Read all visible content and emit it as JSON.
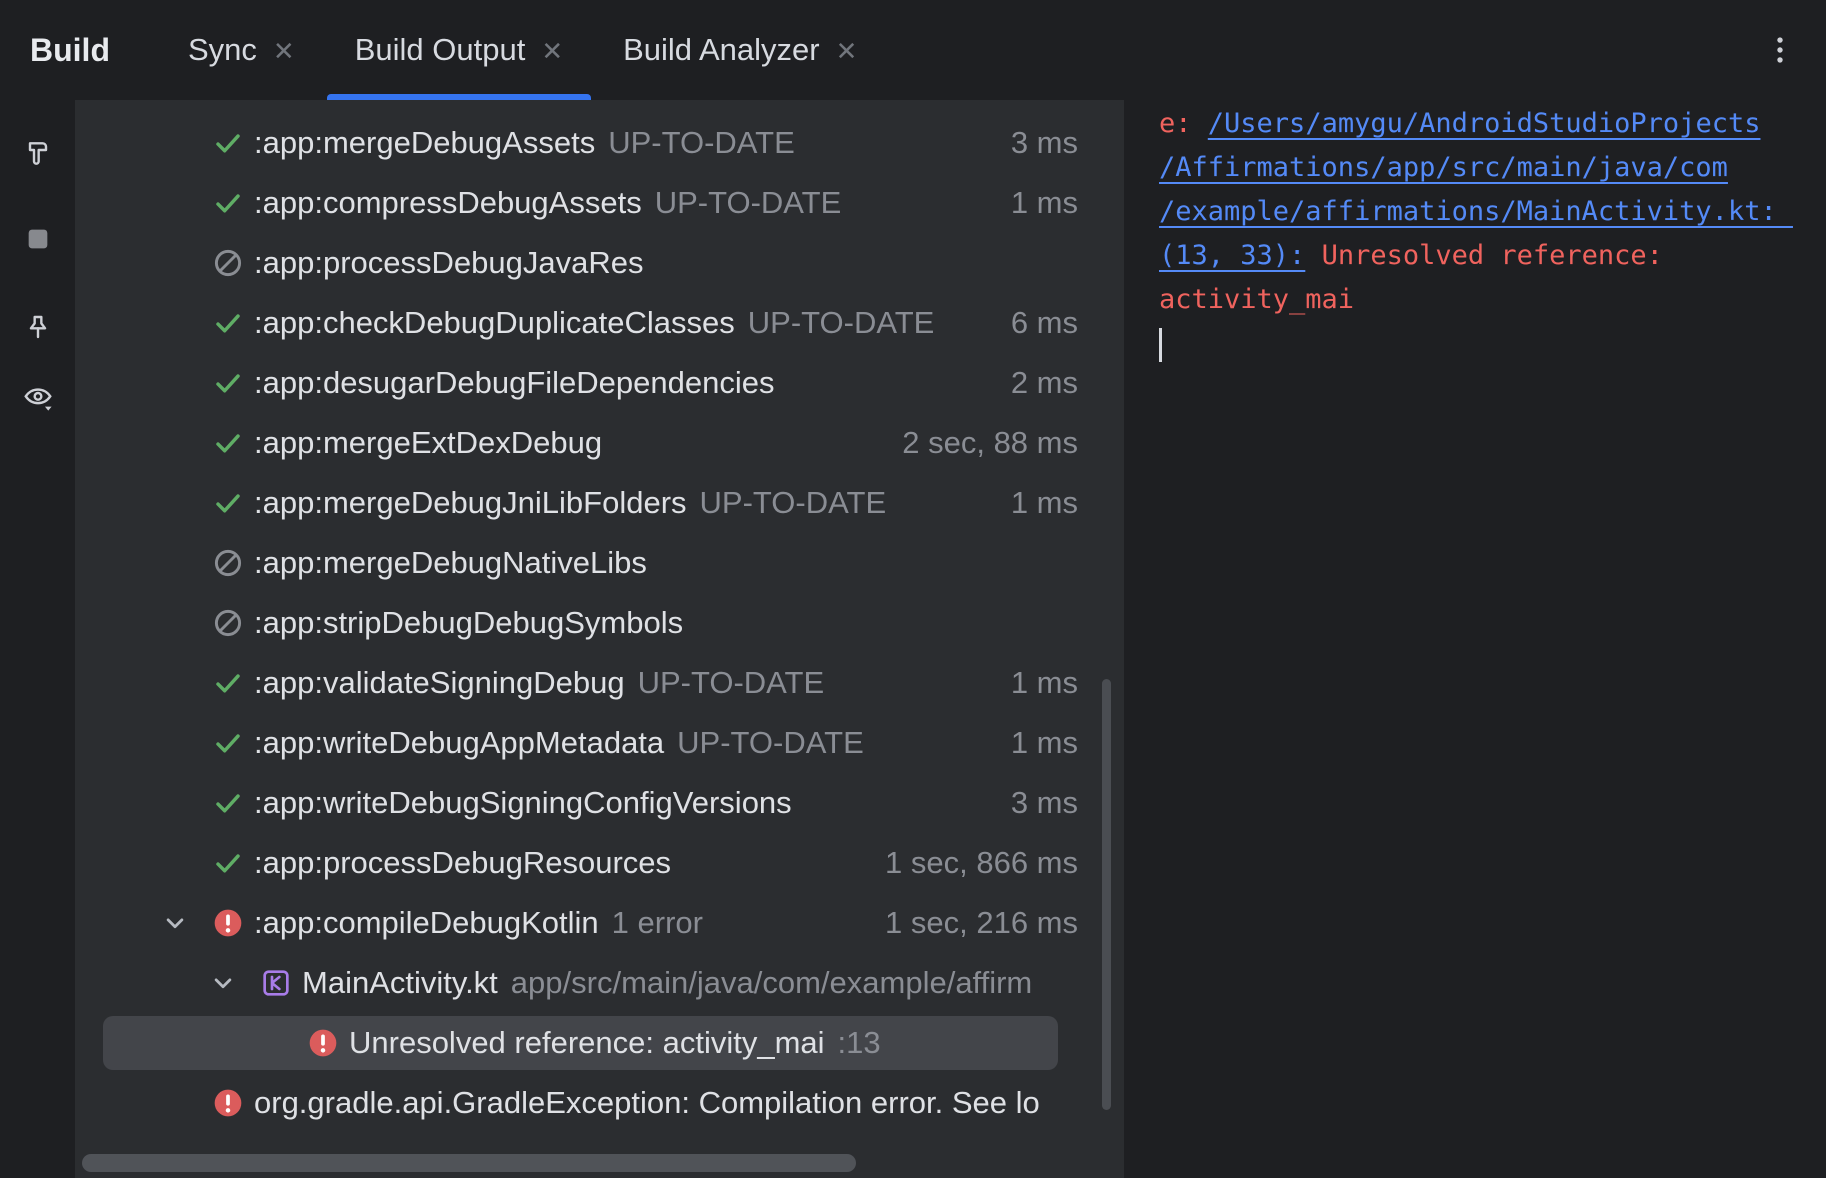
{
  "header": {
    "title": "Build",
    "tabs": [
      {
        "label": "Sync",
        "active": false
      },
      {
        "label": "Build Output",
        "active": true
      },
      {
        "label": "Build Analyzer",
        "active": false
      }
    ]
  },
  "glyphs": {
    "close": "✕"
  },
  "toolbar": {
    "icons": [
      "hammer-icon",
      "stop-icon",
      "pin-icon",
      "eye-icon",
      "more-options-icon"
    ]
  },
  "colors": {
    "accent_blue": "#3574F0",
    "link_blue": "#548AF7",
    "error_red": "#DB5C5C",
    "error_text_red": "#F0635E",
    "success_green": "#5FAD65",
    "kotlin_purple": "#A87CE8",
    "window_bg": "#1E1F22",
    "panel_bg": "#2B2D30",
    "selected_row_bg": "#43454A",
    "dim_text": "#8A8D94"
  },
  "tree": {
    "rows": [
      {
        "level": 1,
        "chevron": false,
        "icon": "check",
        "label": ":app:mergeDebugAssets",
        "suffix": "UP-TO-DATE",
        "time": "3 ms",
        "selected": false
      },
      {
        "level": 1,
        "chevron": false,
        "icon": "check",
        "label": ":app:compressDebugAssets",
        "suffix": "UP-TO-DATE",
        "time": "1 ms",
        "selected": false
      },
      {
        "level": 1,
        "chevron": false,
        "icon": "skip",
        "label": ":app:processDebugJavaRes",
        "suffix": "",
        "time": "",
        "selected": false
      },
      {
        "level": 1,
        "chevron": false,
        "icon": "check",
        "label": ":app:checkDebugDuplicateClasses",
        "suffix": "UP-TO-DATE",
        "time": "6 ms",
        "selected": false
      },
      {
        "level": 1,
        "chevron": false,
        "icon": "check",
        "label": ":app:desugarDebugFileDependencies",
        "suffix": "",
        "time": "2 ms",
        "selected": false
      },
      {
        "level": 1,
        "chevron": false,
        "icon": "check",
        "label": ":app:mergeExtDexDebug",
        "suffix": "",
        "time": "2 sec, 88 ms",
        "selected": false
      },
      {
        "level": 1,
        "chevron": false,
        "icon": "check",
        "label": ":app:mergeDebugJniLibFolders",
        "suffix": "UP-TO-DATE",
        "time": "1 ms",
        "selected": false
      },
      {
        "level": 1,
        "chevron": false,
        "icon": "skip",
        "label": ":app:mergeDebugNativeLibs",
        "suffix": "",
        "time": "",
        "selected": false
      },
      {
        "level": 1,
        "chevron": false,
        "icon": "skip",
        "label": ":app:stripDebugDebugSymbols",
        "suffix": "",
        "time": "",
        "selected": false
      },
      {
        "level": 1,
        "chevron": false,
        "icon": "check",
        "label": ":app:validateSigningDebug",
        "suffix": "UP-TO-DATE",
        "time": "1 ms",
        "selected": false
      },
      {
        "level": 1,
        "chevron": false,
        "icon": "check",
        "label": ":app:writeDebugAppMetadata",
        "suffix": "UP-TO-DATE",
        "time": "1 ms",
        "selected": false
      },
      {
        "level": 1,
        "chevron": false,
        "icon": "check",
        "label": ":app:writeDebugSigningConfigVersions",
        "suffix": "",
        "time": "3 ms",
        "selected": false
      },
      {
        "level": 1,
        "chevron": false,
        "icon": "check",
        "label": ":app:processDebugResources",
        "suffix": "",
        "time": "1 sec, 866 ms",
        "selected": false
      },
      {
        "level": 1,
        "chevron": true,
        "icon": "error",
        "label": ":app:compileDebugKotlin",
        "suffix": "1 error",
        "time": "1 sec, 216 ms",
        "selected": false
      },
      {
        "level": 2,
        "chevron": true,
        "icon": "kotlin",
        "label": "MainActivity.kt",
        "suffix": "app/src/main/java/com/example/affirm",
        "time": "",
        "selected": false
      },
      {
        "level": 3,
        "chevron": false,
        "icon": "error",
        "label": "Unresolved reference: activity_mai",
        "suffix": ":13",
        "time": "",
        "selected": true
      },
      {
        "level": 1,
        "chevron": false,
        "icon": "error",
        "label": "org.gradle.api.GradleException: Compilation error. See lo",
        "suffix": "",
        "time": "",
        "selected": false
      }
    ]
  },
  "console": {
    "lines": [
      {
        "segments": [
          {
            "text": "e: ",
            "style": "error"
          },
          {
            "text": "/Users/amygu/AndroidStudioProjects",
            "style": "link"
          }
        ]
      },
      {
        "segments": [
          {
            "text": "/Affirmations/app/src/main/java/com",
            "style": "link"
          }
        ]
      },
      {
        "segments": [
          {
            "text": "/example/affirmations/MainActivity.kt: ",
            "style": "link"
          }
        ]
      },
      {
        "segments": [
          {
            "text": "(13, 33):",
            "style": "link"
          },
          {
            "text": " Unresolved reference:",
            "style": "error"
          }
        ]
      },
      {
        "segments": [
          {
            "text": "activity_mai",
            "style": "error"
          }
        ]
      }
    ]
  }
}
